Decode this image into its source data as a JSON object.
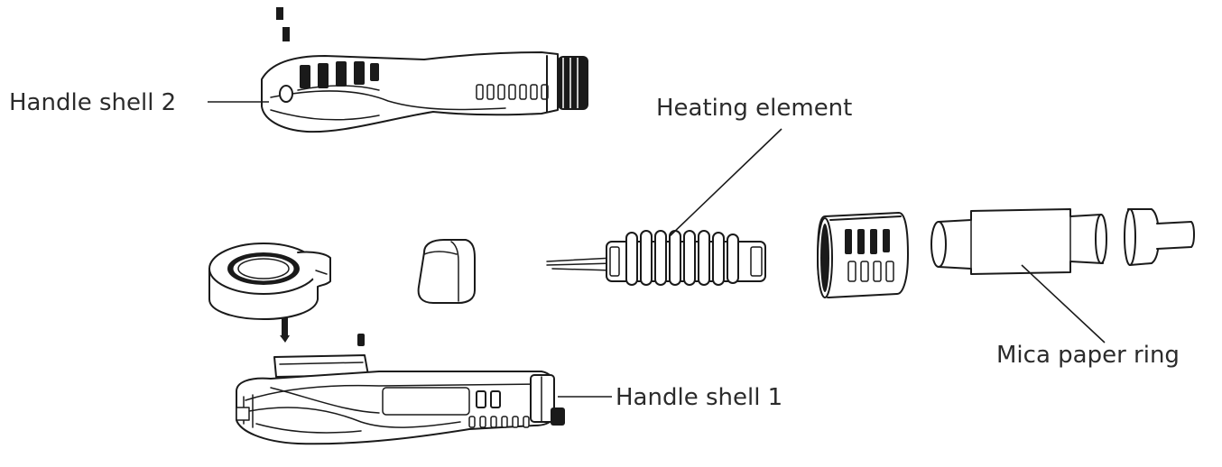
{
  "labels": {
    "handle_shell_2": "Handle shell 2",
    "heating_element": "Heating element",
    "mica_paper_ring": "Mica paper ring",
    "handle_shell_1": "Handle shell 1"
  },
  "colors": {
    "line": "#1a1a1a",
    "text": "#2b2b2b",
    "background": "#ffffff"
  }
}
